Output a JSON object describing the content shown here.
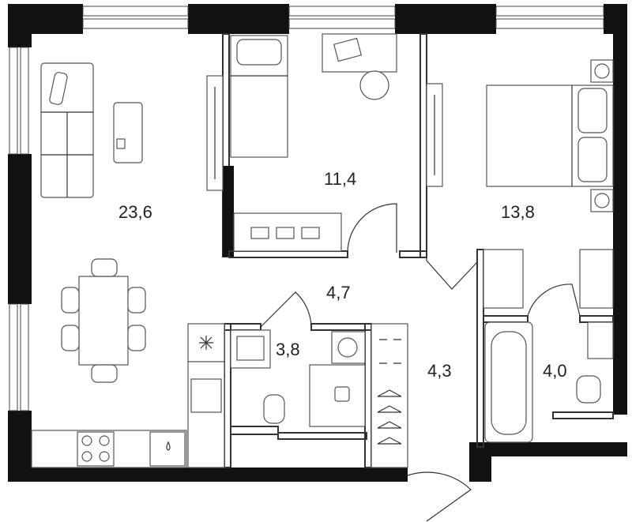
{
  "rooms": [
    {
      "id": "living",
      "area": "23,6"
    },
    {
      "id": "bedroom-small",
      "area": "11,4"
    },
    {
      "id": "bedroom-master",
      "area": "13,8"
    },
    {
      "id": "hallway",
      "area": "4,7"
    },
    {
      "id": "bathroom-small",
      "area": "3,8"
    },
    {
      "id": "wardrobe-corridor",
      "area": "4,3"
    },
    {
      "id": "bathroom-tub",
      "area": "4,0"
    }
  ],
  "colors": {
    "wall": "#111111",
    "line": "#333333",
    "background": "#ffffff"
  }
}
